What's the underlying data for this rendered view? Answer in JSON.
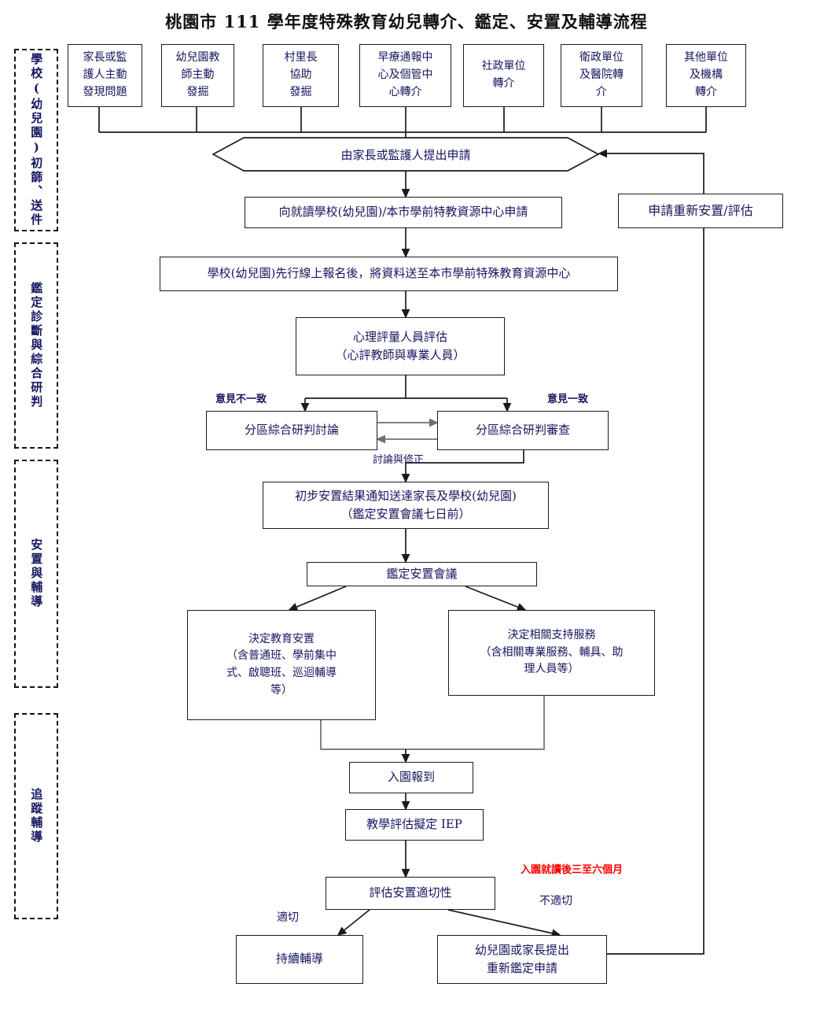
{
  "title": "桃園市 111 學年度特殊教育幼兒轉介、鑑定、安置及輔導流程",
  "stages": [
    {
      "id": "stage-1",
      "label": "學校(幼兒園)初篩、送件"
    },
    {
      "id": "stage-2",
      "label": "鑑定診斷與綜合研判"
    },
    {
      "id": "stage-3",
      "label": "安置與輔導"
    },
    {
      "id": "stage-4",
      "label": "追蹤輔導"
    }
  ],
  "sources": [
    {
      "id": "source-parent",
      "lines": [
        "家長或監",
        "護人主動",
        "發現問題"
      ]
    },
    {
      "id": "source-teacher",
      "lines": [
        "幼兒園教",
        "師主動",
        "發掘"
      ]
    },
    {
      "id": "source-village",
      "lines": [
        "村里長",
        "協助",
        "發掘"
      ]
    },
    {
      "id": "source-early",
      "lines": [
        "早療通報中",
        "心及個管中",
        "心轉介"
      ]
    },
    {
      "id": "source-social",
      "lines": [
        "社政單位",
        "轉介"
      ]
    },
    {
      "id": "source-health",
      "lines": [
        "衛政單位",
        "及醫院轉",
        "介"
      ]
    },
    {
      "id": "source-other",
      "lines": [
        "其他單位",
        "及機構",
        "轉介"
      ]
    }
  ],
  "nodes": {
    "apply_hex": {
      "label": "由家長或監護人提出申請"
    },
    "apply_school": {
      "lines": [
        "向就讀學校(幼兒園)/本市學前特教資源中心申請"
      ]
    },
    "reassess": {
      "lines": [
        "申請重新安置/評估"
      ]
    },
    "online_submit": {
      "lines": [
        "學校(幼兒園)先行線上報名後，將資料送至本市學前特殊教育資源中心"
      ]
    },
    "psych_eval": {
      "lines": [
        "心理評量人員評估",
        "（心評教師與專業人員）"
      ]
    },
    "discuss": {
      "lines": [
        "分區綜合研判討論"
      ]
    },
    "review": {
      "lines": [
        "分區綜合研判審查"
      ]
    },
    "notify": {
      "lines": [
        "初步安置結果通知送達家長及學校(幼兒園)",
        "（鑑定安置會議七日前）"
      ]
    },
    "meeting": {
      "lines": [
        "鑑定安置會議"
      ]
    },
    "decide_place": {
      "lines": [
        "決定教育安置",
        "（含普通班、學前集中",
        "式、啟聰班、巡迴輔導",
        "等）"
      ]
    },
    "decide_support": {
      "lines": [
        "決定相關支持服務",
        "（含相關專業服務、輔具、助",
        "理人員等）"
      ]
    },
    "enroll": {
      "lines": [
        "入園報到"
      ]
    },
    "iep": {
      "lines": [
        "教學評估擬定 IEP"
      ]
    },
    "evaluate_fit": {
      "lines": [
        "評估安置適切性"
      ]
    },
    "continue": {
      "lines": [
        "持續輔導"
      ]
    },
    "reapply": {
      "lines": [
        "幼兒園或家長提出",
        "重新鑑定申請"
      ]
    }
  },
  "edge_labels": {
    "disagree": "意見不一致",
    "agree": "意見一致",
    "revise": "討論與修正",
    "suitable": "適切",
    "unsuitable": "不適切",
    "timeframe": "入園就讀後三至六個月"
  },
  "colors": {
    "line": "#1b1b1b",
    "text": "#15165e",
    "alert": "#ff0000",
    "background": "#ffffff"
  }
}
